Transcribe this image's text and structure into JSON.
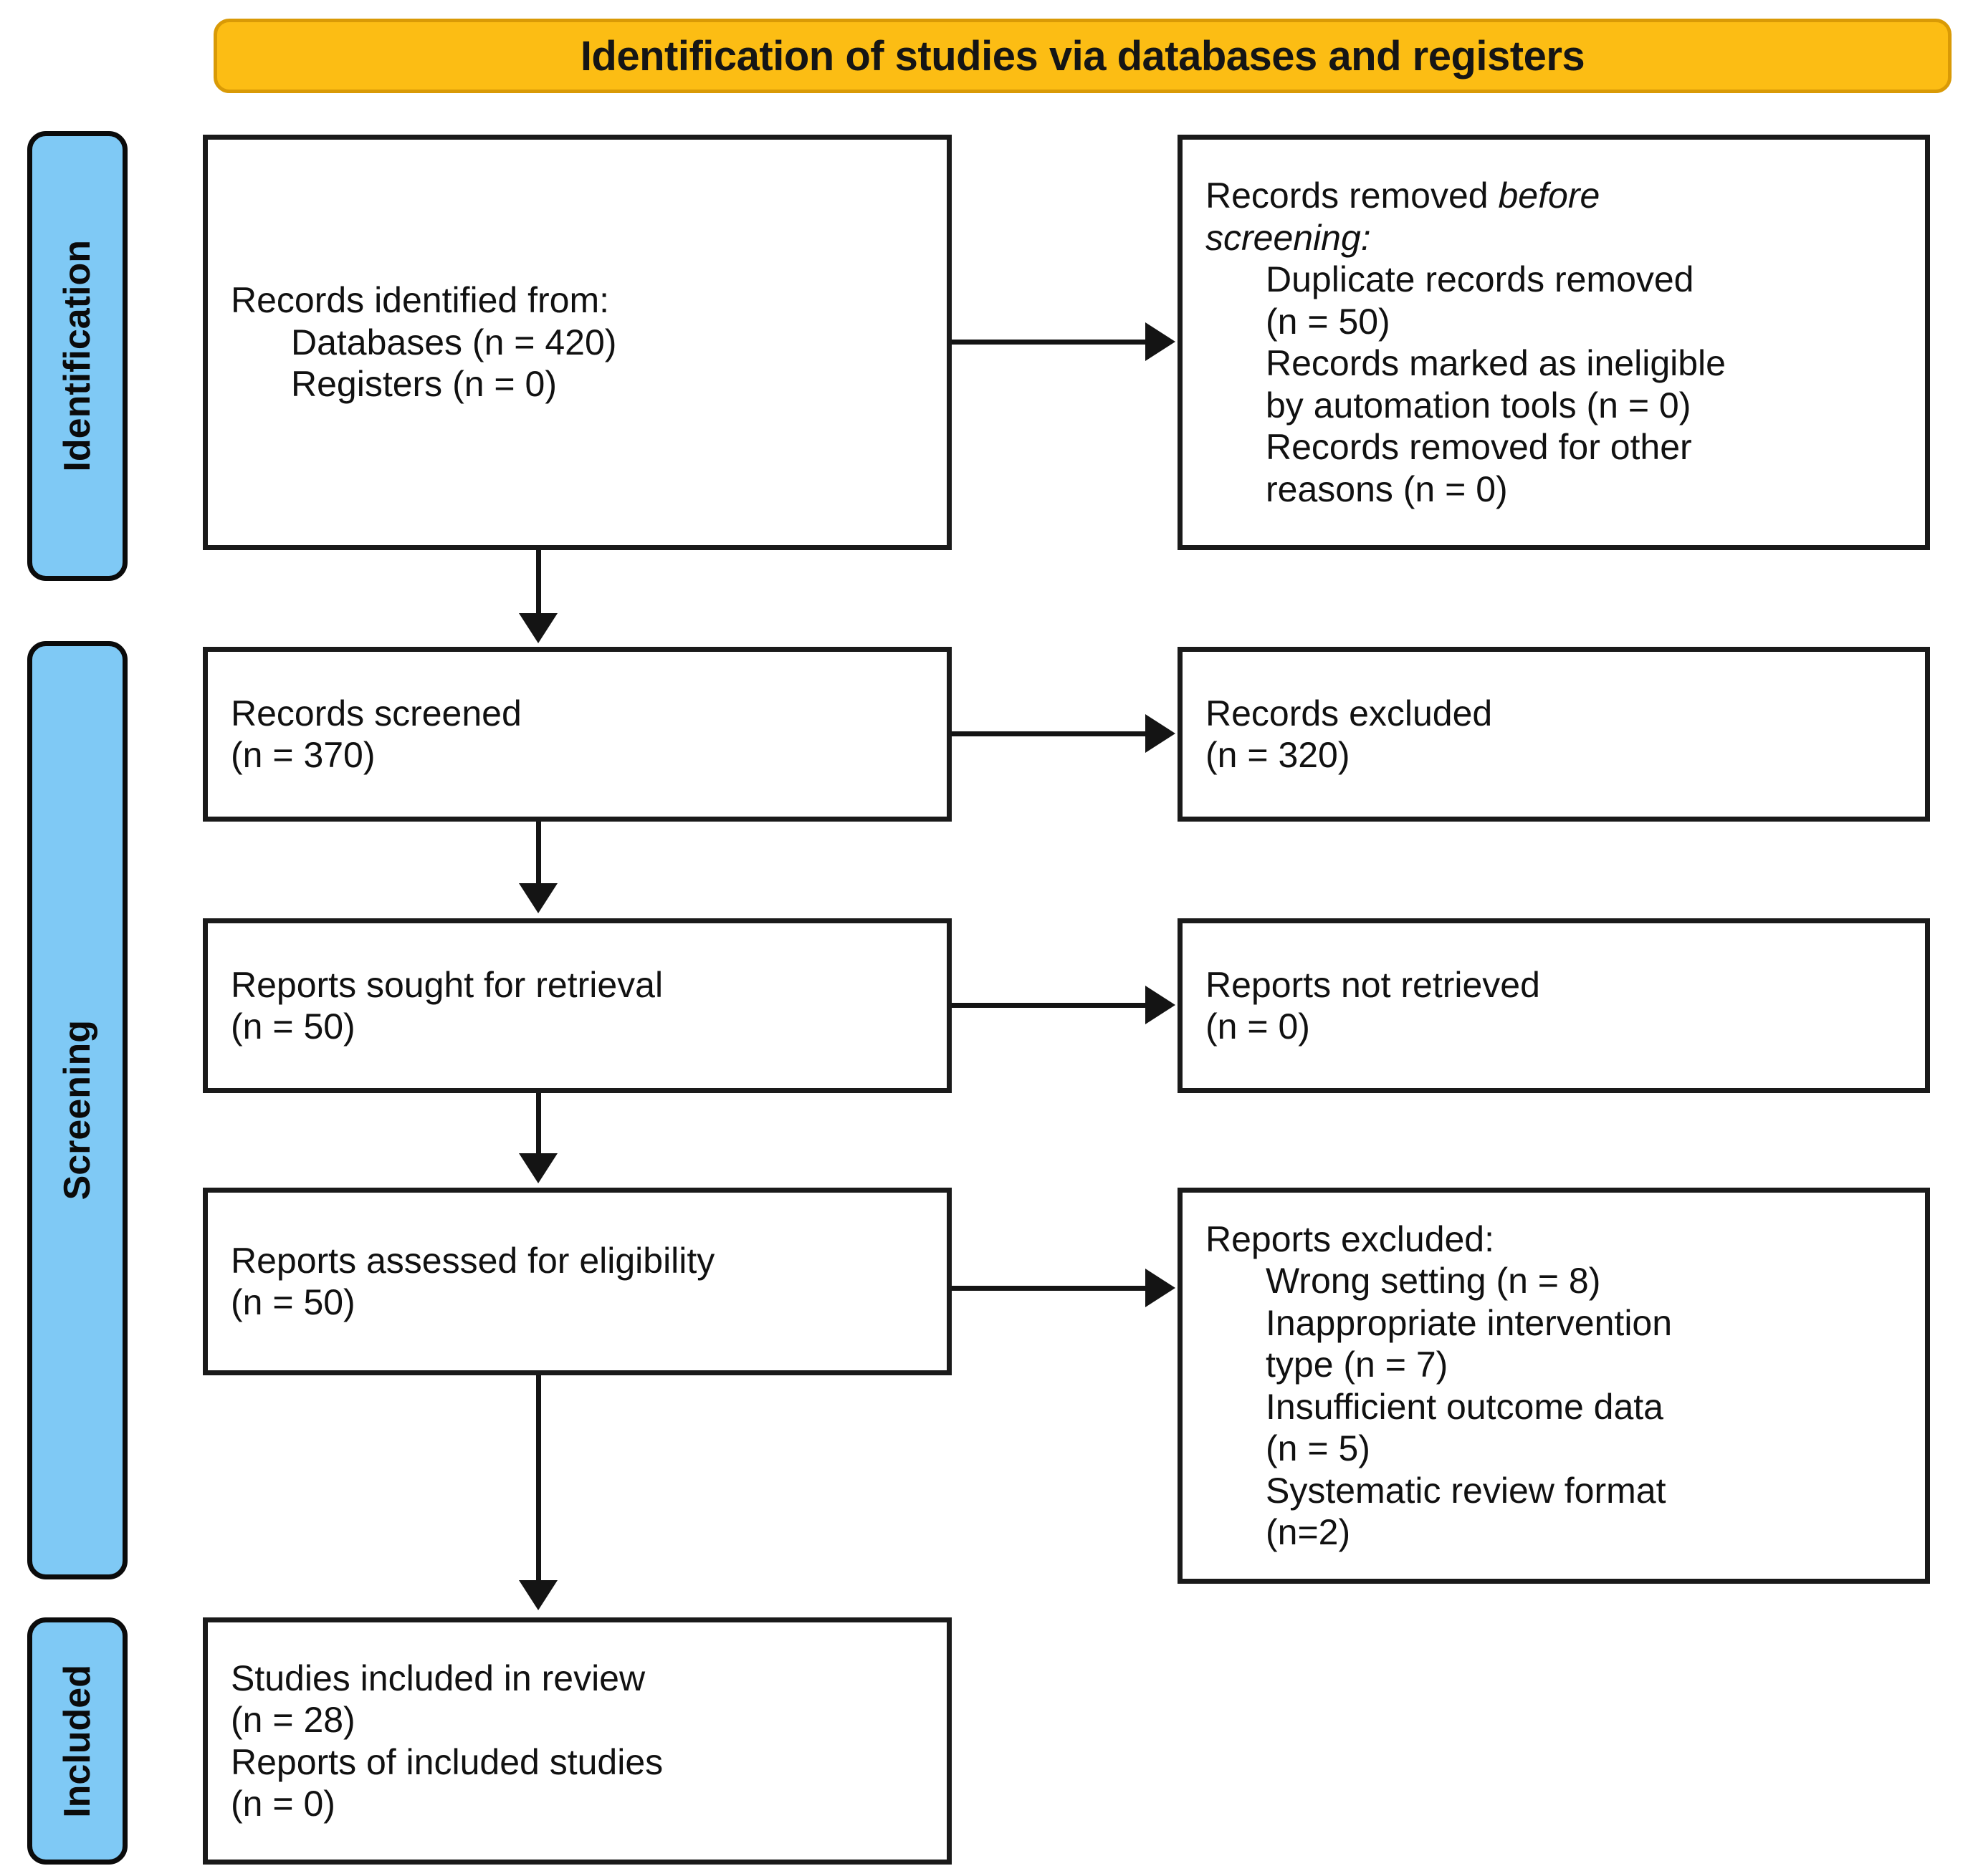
{
  "banner": {
    "title": "Identification of studies via databases and registers"
  },
  "stages": [
    {
      "id": "identification",
      "label": "Identification"
    },
    {
      "id": "screening",
      "label": "Screening"
    },
    {
      "id": "included",
      "label": "Included"
    }
  ],
  "boxes": {
    "identified": {
      "lines": [
        "Records identified from:",
        "Databases (n = 420)",
        "Registers (n = 0)"
      ]
    },
    "removed": {
      "head_plain": "Records removed ",
      "head_italic_1": "before",
      "head_italic_2": "screening:",
      "lines": [
        "Duplicate records removed",
        "(n = 50)",
        "Records marked as ineligible",
        "by automation tools (n = 0)",
        "Records removed for other",
        "reasons (n = 0)"
      ]
    },
    "screened": {
      "lines": [
        "Records screened",
        "(n = 370)"
      ]
    },
    "excluded_records": {
      "lines": [
        "Records excluded",
        "(n = 320)"
      ]
    },
    "sought": {
      "lines": [
        "Reports sought for retrieval",
        "(n = 50)"
      ]
    },
    "not_retrieved": {
      "lines": [
        "Reports not retrieved",
        "(n = 0)"
      ]
    },
    "assessed": {
      "lines": [
        "Reports assessed for eligibility",
        "(n = 50)"
      ]
    },
    "excluded_reports": {
      "heading": "Reports excluded:",
      "lines": [
        "Wrong setting (n = 8)",
        "Inappropriate intervention",
        "type (n = 7)",
        "Insufficient outcome data",
        "(n = 5)",
        "Systematic review format",
        "(n=2)"
      ]
    },
    "included": {
      "lines": [
        "Studies included in review",
        "(n = 28)",
        "Reports of included studies",
        "(n = 0)"
      ]
    }
  },
  "colors": {
    "banner_fill": "#FCBD14",
    "banner_border": "#D99A06",
    "stage_fill": "#7FC9F5",
    "stage_border": "#0B0B0B",
    "box_border": "#1A1A1A",
    "connector": "#141414",
    "text": "#111111"
  }
}
